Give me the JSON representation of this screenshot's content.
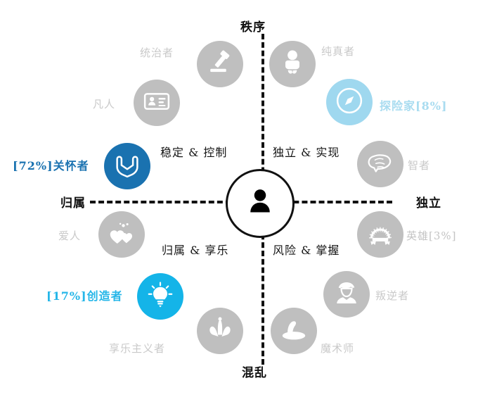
{
  "axes": {
    "top_label": "秩序",
    "bottom_label": "混乱",
    "left_label": "归属",
    "right_label": "独立"
  },
  "quadrants": {
    "top_left": "稳定 & 控制",
    "top_right": "独立 & 实现",
    "bottom_left": "归属 & 享乐",
    "bottom_right": "风险 & 掌握"
  },
  "center": {
    "icon": "person-icon"
  },
  "colors": {
    "muted": "#bfbfbf",
    "highlight_strong": "#1a72b0",
    "highlight_mid": "#14b4e8",
    "highlight_soft": "#9fd8ef",
    "axis": "#111111"
  },
  "archetypes": [
    {
      "id": "ruler",
      "label": "统治者",
      "icon": "gavel-icon",
      "state": "muted",
      "percent": null
    },
    {
      "id": "everyman",
      "label": "凡人",
      "icon": "id-card-icon",
      "state": "muted",
      "percent": null
    },
    {
      "id": "innocent",
      "label": "纯真者",
      "icon": "baby-icon",
      "state": "muted",
      "percent": null
    },
    {
      "id": "explorer",
      "label": "探险家[8%]",
      "icon": "compass-icon",
      "state": "soft",
      "percent": "8%"
    },
    {
      "id": "caregiver",
      "label": "[72%]关怀者",
      "icon": "caring-hands-icon",
      "state": "strong",
      "percent": "72%"
    },
    {
      "id": "sage",
      "label": "智者",
      "icon": "brain-icon",
      "state": "muted",
      "percent": null
    },
    {
      "id": "lover",
      "label": "爱人",
      "icon": "hearts-icon",
      "state": "muted",
      "percent": null
    },
    {
      "id": "hero",
      "label": "英雄[3%]",
      "icon": "medal-icon",
      "state": "muted",
      "percent": "3%"
    },
    {
      "id": "creator",
      "label": "[17%]创造者",
      "icon": "lightbulb-icon",
      "state": "mid",
      "percent": "17%"
    },
    {
      "id": "rebel",
      "label": "叛逆者",
      "icon": "rebel-icon",
      "state": "muted",
      "percent": null
    },
    {
      "id": "jester",
      "label": "享乐主义者",
      "icon": "jester-hat-icon",
      "state": "muted",
      "percent": null
    },
    {
      "id": "magician",
      "label": "魔术师",
      "icon": "magic-hat-icon",
      "state": "muted",
      "percent": null
    }
  ]
}
